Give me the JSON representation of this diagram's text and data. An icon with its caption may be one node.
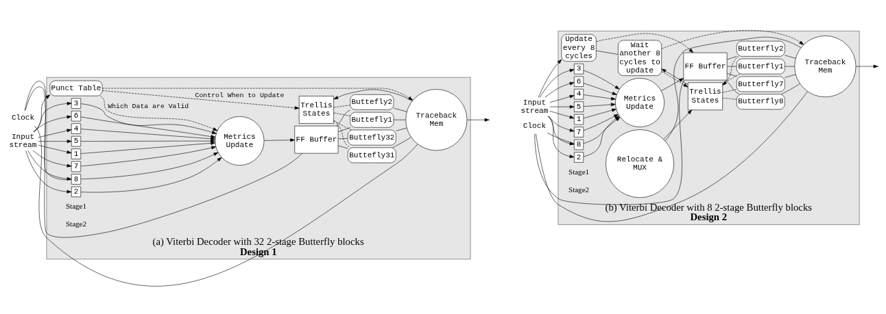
{
  "diagram": {
    "nodes": [
      {
        "text": [
          "(a) Viterbi Decoder with 32 2-stage Butterfly blocks",
          "Design 1"
        ]
      },
      {
        "text": [
          "Punct Table"
        ],
        "in": 0
      },
      {
        "text": [
          "1"
        ],
        "in": 0
      },
      {
        "text": [
          "2"
        ],
        "in": 0
      },
      {
        "text": [
          "3"
        ],
        "in": 0
      },
      {
        "text": [
          "4"
        ],
        "in": 0
      },
      {
        "text": [
          "5"
        ],
        "in": 0
      },
      {
        "text": [
          "6"
        ],
        "in": 0
      },
      {
        "text": [
          "7"
        ],
        "in": 0
      },
      {
        "text": [
          "8"
        ],
        "in": 0
      },
      {
        "text": [
          "Metrics Update"
        ],
        "in": 0
      },
      {
        "text": [
          "Trellis States"
        ],
        "in": 0
      },
      {
        "text": [
          "FF Buffer"
        ],
        "in": 0
      },
      {
        "text": [
          "Buttefly1"
        ],
        "in": 0
      },
      {
        "text": [
          "Buttefly2"
        ],
        "in": 0
      },
      {
        "text": [
          "Buttefly31"
        ],
        "in": 0
      },
      {
        "text": [
          "Buttefly32"
        ],
        "in": 0
      },
      {
        "text": [
          "Traceback Mem"
        ],
        "in": 0
      },
      {
        "text": [
          "(b) Viterbi Decoder with 8 2-stage Butterfly blocks",
          "Design 2"
        ]
      },
      {
        "text": [
          "Update every 8 cycles"
        ],
        "in": 18
      },
      {
        "text": [
          "Wait another 8 cycles to update"
        ],
        "in": 18
      },
      {
        "text": [
          "Relocate & MUX"
        ],
        "in": 18
      },
      {
        "text": [
          "1"
        ],
        "in": 18
      },
      {
        "text": [
          "2"
        ],
        "in": 18
      },
      {
        "text": [
          "3"
        ],
        "in": 18
      },
      {
        "text": [
          "4"
        ],
        "in": 18
      },
      {
        "text": [
          "5"
        ],
        "in": 18
      },
      {
        "text": [
          "6"
        ],
        "in": 18
      },
      {
        "text": [
          "7"
        ],
        "in": 18
      },
      {
        "text": [
          "8"
        ],
        "in": 18
      },
      {
        "text": [
          "Metrics Update"
        ],
        "in": 18
      },
      {
        "text": [
          "Trellis States"
        ],
        "in": 18
      },
      {
        "text": [
          "FF Buffer"
        ],
        "in": 18
      },
      {
        "text": [
          "Butterfly1"
        ],
        "in": 18
      },
      {
        "text": [
          "Butterfly2"
        ],
        "in": 18
      },
      {
        "text": [
          "Butterfly7"
        ],
        "in": 18
      },
      {
        "text": [
          "Butterfly8"
        ],
        "in": 18
      },
      {
        "text": [
          "Traceback Mem"
        ],
        "in": 18
      },
      {
        "text": [
          "Input stream"
        ]
      },
      {
        "text": [
          "Clock"
        ]
      },
      {
        "text": [
          "Input stream"
        ]
      },
      {
        "text": [
          "Clock"
        ]
      }
    ],
    "edges": [
      {
        "from": 38,
        "to": 1,
        "arrow": "to"
      },
      {
        "from": 38,
        "to": 2,
        "arrow": "to"
      },
      {
        "from": 38,
        "to": 3,
        "arrow": "to"
      },
      {
        "from": 38,
        "to": 4,
        "arrow": "to"
      },
      {
        "from": 38,
        "to": 5,
        "arrow": "to"
      },
      {
        "from": 38,
        "to": 6,
        "arrow": "to"
      },
      {
        "from": 38,
        "to": 7,
        "arrow": "to"
      },
      {
        "from": 38,
        "to": 8,
        "arrow": "to"
      },
      {
        "from": 38,
        "to": 9,
        "arrow": "to"
      },
      {
        "from": 2,
        "to": 10,
        "arrow": "to"
      },
      {
        "from": 3,
        "to": 10,
        "arrow": "to"
      },
      {
        "from": 4,
        "to": 10,
        "arrow": "to"
      },
      {
        "from": 5,
        "to": 10,
        "arrow": "to"
      },
      {
        "from": 6,
        "to": 10,
        "arrow": "to"
      },
      {
        "from": 7,
        "to": 10,
        "arrow": "to"
      },
      {
        "from": 8,
        "to": 10,
        "arrow": "to"
      },
      {
        "from": 9,
        "to": 10,
        "arrow": "to"
      },
      {
        "from": 1,
        "to": 10,
        "arrow": "to",
        "style": "dashed",
        "label": "Which Data are Valid"
      },
      {
        "from": 1,
        "to": 11,
        "arrow": "to",
        "style": "dashed",
        "label": "Control When to Update"
      },
      {
        "from": 1,
        "to": 17,
        "arrow": "to",
        "style": "dashed"
      },
      {
        "from": 10,
        "to": 12,
        "arrow": "to"
      },
      {
        "from": 17,
        "to": 11,
        "arrow": "to"
      },
      {
        "from": 11,
        "to": 13,
        "arrow": "none",
        "style": "dashed"
      },
      {
        "from": 11,
        "to": 14,
        "arrow": "none",
        "style": "dashed"
      },
      {
        "from": 11,
        "to": 15,
        "arrow": "none",
        "style": "dashed"
      },
      {
        "from": 11,
        "to": 16,
        "arrow": "none",
        "style": "dashed"
      },
      {
        "from": 12,
        "to": 13,
        "arrow": "none"
      },
      {
        "from": 12,
        "to": 14,
        "arrow": "none"
      },
      {
        "from": 12,
        "to": 15,
        "arrow": "none"
      },
      {
        "from": 12,
        "to": 16,
        "arrow": "none"
      },
      {
        "from": 13,
        "to": 17,
        "arrow": "none"
      },
      {
        "from": 14,
        "to": 17,
        "arrow": "none"
      },
      {
        "from": 15,
        "to": 17,
        "arrow": "none"
      },
      {
        "from": 16,
        "to": 17,
        "arrow": "none"
      },
      {
        "from": 17,
        "to": null,
        "arrow": "to"
      },
      {
        "from": 39,
        "to": 9,
        "arrow": "none"
      },
      {
        "from": 39,
        "to": 12,
        "arrow": "none"
      },
      {
        "from": 39,
        "to": 17,
        "arrow": "none"
      },
      {
        "from": 40,
        "to": 19,
        "arrow": "to"
      },
      {
        "from": 40,
        "to": 22,
        "arrow": "to"
      },
      {
        "from": 40,
        "to": 23,
        "arrow": "to"
      },
      {
        "from": 40,
        "to": 24,
        "arrow": "to"
      },
      {
        "from": 40,
        "to": 25,
        "arrow": "to"
      },
      {
        "from": 40,
        "to": 26,
        "arrow": "to"
      },
      {
        "from": 40,
        "to": 27,
        "arrow": "to"
      },
      {
        "from": 40,
        "to": 28,
        "arrow": "to"
      },
      {
        "from": 40,
        "to": 29,
        "arrow": "to"
      },
      {
        "from": 22,
        "to": 30,
        "arrow": "to"
      },
      {
        "from": 23,
        "to": 30,
        "arrow": "to"
      },
      {
        "from": 24,
        "to": 30,
        "arrow": "to"
      },
      {
        "from": 25,
        "to": 30,
        "arrow": "to"
      },
      {
        "from": 26,
        "to": 30,
        "arrow": "to"
      },
      {
        "from": 27,
        "to": 30,
        "arrow": "to"
      },
      {
        "from": 28,
        "to": 30,
        "arrow": "to"
      },
      {
        "from": 29,
        "to": 30,
        "arrow": "to"
      },
      {
        "from": 19,
        "to": 20,
        "arrow": "none"
      },
      {
        "from": 19,
        "to": 32,
        "arrow": "to",
        "style": "dashed"
      },
      {
        "from": 20,
        "to": 31,
        "arrow": "to",
        "style": "dashed"
      },
      {
        "from": 20,
        "to": 37,
        "arrow": "to",
        "style": "dashed"
      },
      {
        "from": 31,
        "to": 20,
        "arrow": "to"
      },
      {
        "from": 37,
        "to": 21,
        "arrow": "none"
      },
      {
        "from": 21,
        "to": 31,
        "arrow": "to"
      },
      {
        "from": 30,
        "to": 32,
        "arrow": "to"
      },
      {
        "from": 31,
        "to": 33,
        "arrow": "none",
        "style": "dashed"
      },
      {
        "from": 34,
        "to": 31,
        "arrow": "to",
        "style": "dashed"
      },
      {
        "from": 31,
        "to": 35,
        "arrow": "none",
        "style": "dashed"
      },
      {
        "from": 31,
        "to": 36,
        "arrow": "none",
        "style": "dashed"
      },
      {
        "from": 32,
        "to": 33,
        "arrow": "none"
      },
      {
        "from": 32,
        "to": 34,
        "arrow": "none"
      },
      {
        "from": 32,
        "to": 35,
        "arrow": "none"
      },
      {
        "from": 32,
        "to": 36,
        "arrow": "none"
      },
      {
        "from": 33,
        "to": 37,
        "arrow": "none"
      },
      {
        "from": 34,
        "to": 37,
        "arrow": "none"
      },
      {
        "from": 35,
        "to": 37,
        "arrow": "none"
      },
      {
        "from": 36,
        "to": 37,
        "arrow": "none"
      },
      {
        "from": 37,
        "to": null,
        "arrow": "to"
      },
      {
        "from": 41,
        "to": 29,
        "arrow": "none"
      },
      {
        "from": 41,
        "to": 32,
        "arrow": "none"
      },
      {
        "from": 41,
        "to": 37,
        "arrow": "none"
      }
    ],
    "labels": [
      "Stage1",
      "Stage2",
      "Stage1",
      "Stage2"
    ]
  }
}
